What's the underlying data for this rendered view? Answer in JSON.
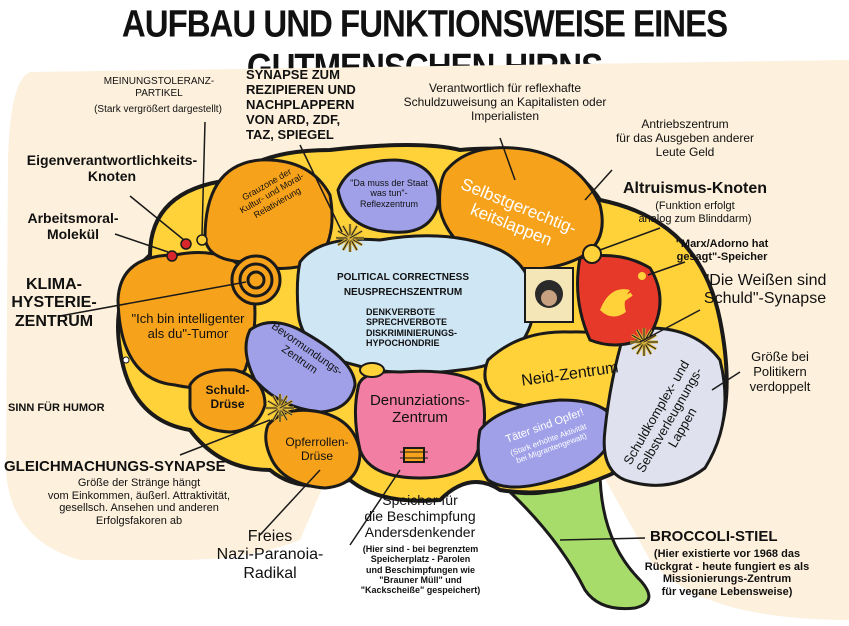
{
  "title": "AUFBAU UND FUNKTIONSWEISE EINES GUTMENSCHEN-HIRNS",
  "colors": {
    "background_panel": "#fdf0dc",
    "outline": "#1a1a1a",
    "orange": "#f7a21b",
    "yellow": "#ffd23a",
    "lavender": "#9fa0e8",
    "light_blue": "#cfe6f5",
    "pink": "#f27fa3",
    "light_gray": "#dfe2ee",
    "green": "#a8dc6a",
    "red": "#d8262a",
    "soviet_red": "#e7392a"
  },
  "outside_labels": {
    "meinungstoleranz_title": "MEINUNGSTOLERANZ-\nPARTIKEL",
    "meinungstoleranz_note": "(Stark vergrößert dargestellt)",
    "synapse_ard": "SYNAPSE ZUM\nREZIPIEREN UND\nNACHPLAPPERN\nVON ARD, ZDF,\nTAZ, SPIEGEL",
    "reflexhaft": "Verantwortlich für reflexhafte\nSchuldzuweisung an Kapitalisten oder\nImperialisten",
    "antriebszentrum": "Antriebszentrum\nfür das Ausgeben anderer\nLeute Geld",
    "eigenverantwortlichkeit": "Eigenverantwortlichkeits-\nKnoten",
    "arbeitsmoral": "Arbeitsmoral-\nMolekül",
    "altruismus_title": "Altruismus-Knoten",
    "altruismus_note": "(Funktion erfolgt\nanalog zum Blinddarm)",
    "marx_adorno": "\"Marx/Adorno hat\ngesagt\"-Speicher",
    "weissen_synapse": "\"Die Weißen sind\nSchuld\"-Synapse",
    "klima": "KLIMA-\nHYSTERIE-\nZENTRUM",
    "groesse_politiker": "Größe bei\nPolitikern\nverdoppelt",
    "sinn_fuer_humor": "SINN FÜR HUMOR",
    "gleichmachung_title": "GLEICHMACHUNGS-SYNAPSE",
    "gleichmachung_note": "Größe der Stränge hängt\nvom Einkommen, äußerl. Attraktivität,\ngesellsch. Ansehen und anderen\nErfolgsfakoren ab",
    "freies_nazi": "Freies\nNazi-Paranoia-\nRadikal",
    "speicher_title": "Speicher für\ndie Beschimpfung\nAndersdenkender",
    "speicher_note": "(Hier sind - bei begrenztem\nSpeicherplatz - Parolen\nund Beschimpfungen wie\n\"Brauner Müll\" und\n\"Kackscheiße\" gespeichert)",
    "broccoli_title": "BROCCOLI-STIEL",
    "broccoli_note": "(Hier existierte vor 1968 das\nRückgrat  - heute fungiert es als\nMissionierungs-Zentrum\nfür vegane Lebensweise)"
  },
  "regions": {
    "grauzone": "Grauzone der\nKultur- und Moral-\nRelativierung",
    "staat": "\"Da muss der Staat\nwas tun\"-\nReflexzentrum",
    "selbstgerecht": "Selbstgerechtig-\nkeitslappen",
    "political_correctness": "POLITICAL CORRECTNESS",
    "neusprech": "NEUSPRECHSZENTRUM",
    "verbote": "DENKVERBOTE\nSPRECHVERBOTE\nDISKRIMINIERUNGS-\nHYPOCHONDRIE",
    "intelligenter": "\"Ich bin intelligenter\nals du\"-Tumor",
    "bevormundung": "Bevormundungs-\nZentrum",
    "neid": "Neid-Zentrum",
    "schulddruese": "Schuld-\nDrüse",
    "denunziation": "Denunziations-\nZentrum",
    "opferrolle": "Opferrollen-\nDrüse",
    "taeter": "Täter sind Opfer!",
    "taeter_note": "(Stark erhöhte Aktivität\nbei Migrantengewalt)",
    "schuldkomplex": "Schuldkomplex- und\nSelbstverleugnungs-\nLappen"
  }
}
